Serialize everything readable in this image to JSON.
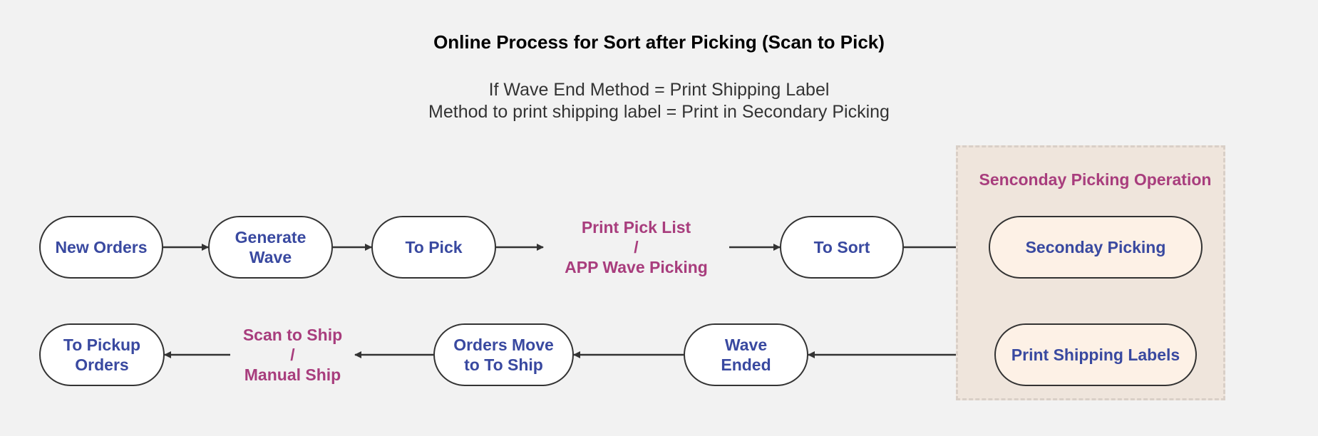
{
  "title": "Online Process for Sort after Picking (Scan to Pick)",
  "subtitle": {
    "line1": "If Wave End Method = Print Shipping Label",
    "line2": "Method to print shipping label = Print in Secondary Picking"
  },
  "group": {
    "label": "Senconday Picking Operation"
  },
  "nodes": {
    "new_orders": "New Orders",
    "generate_wave": "Generate\nWave",
    "to_pick": "To Pick",
    "print_pick_list": "Print Pick List\n/\nAPP Wave Picking",
    "to_sort": "To Sort",
    "secondary_picking": "Seconday Picking",
    "print_shipping_labels": "Print Shipping Labels",
    "wave_ended": "Wave\nEnded",
    "orders_move": "Orders Move\nto To Ship",
    "scan_to_ship": "Scan to Ship\n/\nManual Ship",
    "to_pickup": "To Pickup\nOrders"
  },
  "colors": {
    "background": "#f2f2f2",
    "node_text": "#3949a0",
    "label_text": "#a83d7d",
    "group_fill": "#efe5dc",
    "secondary_node_fill": "#fdf1e6",
    "edge": "#333333"
  }
}
